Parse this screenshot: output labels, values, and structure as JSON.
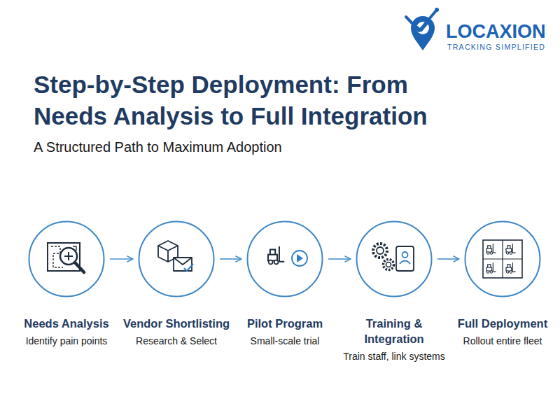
{
  "diagram": {
    "title": "Step-by-Step Deployment: From Needs Analysis to Full Integration",
    "caption": "A Structured Path to Maximum Adoption",
    "nodes": [
      {
        "text": [
          "Needs Analysis",
          "Identify pain points"
        ]
      },
      {
        "text": [
          "Vendor Shortlisting",
          "Research & Select"
        ]
      },
      {
        "text": [
          "Pilot Program",
          "Small-scale trial"
        ]
      },
      {
        "text": [
          "Training & Integration",
          "Train staff, link systems"
        ]
      },
      {
        "text": [
          "Full Deployment",
          "Rollout entire fleet"
        ]
      }
    ],
    "edges": [
      {
        "from": 0,
        "to": 1,
        "arrow": "to"
      },
      {
        "from": 1,
        "to": 2,
        "arrow": "to"
      },
      {
        "from": 2,
        "to": 3,
        "arrow": "to"
      },
      {
        "from": 3,
        "to": 4,
        "arrow": "to"
      }
    ],
    "labels": [
      "LOCAXION",
      "TRACKING SIMPLIFIED"
    ]
  }
}
